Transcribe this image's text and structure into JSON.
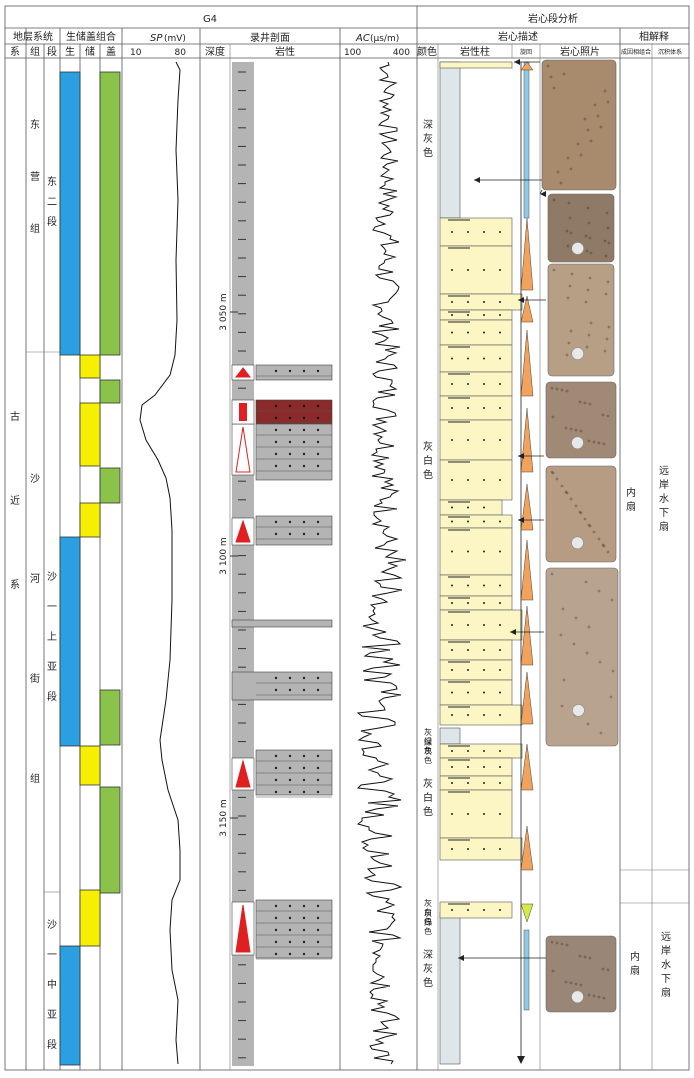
{
  "figure": {
    "well_title": "G4",
    "core_title": "岩心段分析"
  },
  "headers": {
    "strat_system": "地层系统",
    "sys": "系",
    "grp": "组",
    "seg": "段",
    "gen_combo": "生储盖组合",
    "gen": "生",
    "res": "储",
    "cap": "盖",
    "sp_label": "SP",
    "sp_unit": "(mV)",
    "sp_min": "10",
    "sp_max": "80",
    "log_profile": "录井剖面",
    "depth": "深度",
    "lith": "岩性",
    "ac_label": "AC",
    "ac_unit": "(μs/m)",
    "ac_min": "100",
    "ac_max": "400",
    "core_desc": "岩心描述",
    "color": "颜色",
    "lith_col": "岩性柱",
    "cycle": "旋回",
    "photo": "岩心照片",
    "facies": "相解释",
    "subfacies": "成因相组合",
    "sedfacies": "沉积体系"
  },
  "strat": {
    "system": "古近系",
    "groups": [
      "东营组",
      "沙河街组"
    ],
    "segments": [
      "东二段",
      "沙一上亚段",
      "沙一中亚段"
    ]
  },
  "depth_marks": [
    "3 050 m",
    "3 100 m",
    "3 150 m"
  ],
  "core": {
    "colors": [
      "深灰色",
      "灰白色",
      "灰绿色",
      "深灰色",
      "灰白色",
      "灰白色",
      "灰绿色",
      "深灰色"
    ]
  },
  "facies": {
    "upper": {
      "subfacies": "内扇",
      "system": "远岸水下扇"
    },
    "lower": {
      "subfacies": "内扇",
      "system": "远岸水下扇"
    }
  },
  "colors": {
    "source": "#2aa0e0",
    "reservoir": "#f7ef00",
    "cap": "#8bc34a",
    "log_grey": "#b4b4b4",
    "sandstone": "#fbf6c4",
    "core_photo": "#b89a7a",
    "cycle_fill": "#f2a25a",
    "oil_red": "#8b2a2a",
    "triangle_red": "#e02020",
    "core_blue": "#8fc9e8"
  }
}
